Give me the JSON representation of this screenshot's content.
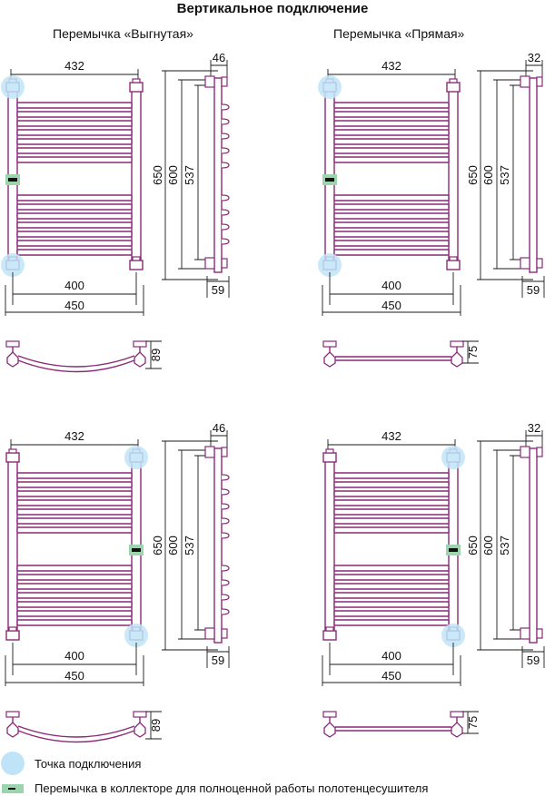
{
  "title": "Вертикальное подключение",
  "subtitles": [
    "Перемычка «Выгнутая»",
    "Перемычка «Прямая»"
  ],
  "colors": {
    "pipe": "#8a2a79",
    "dim": "#1a1a1a",
    "point": "#bfe4f7",
    "jumper": "#9cd4ad",
    "jumperMark": "#111111"
  },
  "dims": {
    "width_top": "432",
    "width_inner": "400",
    "width_outer": "450",
    "h_650": "650",
    "h_600": "600",
    "h_537": "537",
    "bottom_59": "59",
    "depth_curved": "46",
    "depth_straight": "32",
    "plan_curved": "89",
    "plan_straight": "75"
  },
  "legend": [
    {
      "icon": "point-icon",
      "text": "Точка подключения"
    },
    {
      "icon": "jumper-icon",
      "text": "Перемычка в коллекторе для полноценной работы полотенцесушителя"
    }
  ]
}
